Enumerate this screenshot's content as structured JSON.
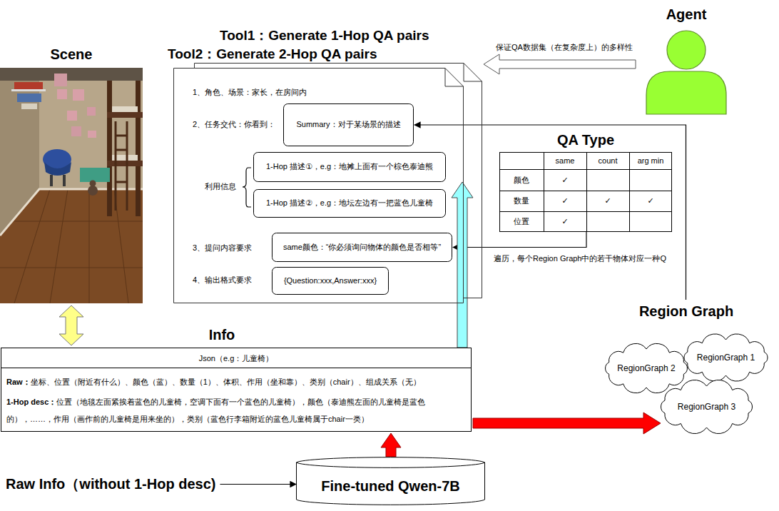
{
  "diagram": {
    "nodes": [
      {
        "text": [
          "Scene"
        ]
      },
      {
        "text": [
          "Tool1：Generate 1-Hop QA pairs"
        ]
      },
      {
        "text": [
          "Tool2：Generate 2-Hop QA pairs",
          "1、角色、场景：家长，在房间内",
          "2、任务交代：你看到：",
          "利用信息",
          "3、提问内容要求",
          "4、输出格式要求"
        ]
      },
      {
        "text": [
          "Summary：对于某场景的描述"
        ],
        "in": 2
      },
      {
        "text": [
          "1-Hop 描述①，e.g：地摊上面有一个棕色泰迪熊"
        ],
        "in": 2
      },
      {
        "text": [
          "1-Hop 描述②，e.g：地坛左边有一把蓝色儿童椅"
        ],
        "in": 2
      },
      {
        "text": [
          "same颜色：“你必须询问物体的颜色是否相等”"
        ],
        "in": 2
      },
      {
        "text": [
          "{Question:xxx,Answer:xxx}"
        ],
        "in": 2
      },
      {
        "text": [
          "Agent"
        ]
      },
      {
        "text": [
          "QA Type"
        ]
      },
      {
        "text": [
          "Info",
          "Json（e.g：儿童椅）",
          "Raw：",
          "坐标、位置（附近有什么）、颜色（蓝）、数量（1）、体积、作用（坐和靠）、类别（chair）、组成关系（无）",
          "1-Hop desc：",
          "位置（地毯左面紧挨着蓝色的儿童椅，空调下面有一个蓝色的儿童椅），颜色（泰迪熊左面的儿童椅是蓝色的），……，作用（画作前的儿童椅是用来坐的），类别（蓝色行李箱附近的蓝色儿童椅属于chair一类）"
        ]
      },
      {
        "text": [
          "Region Graph"
        ]
      },
      {
        "text": [
          "RegionGraph 1"
        ],
        "in": 11
      },
      {
        "text": [
          "RegionGraph 2"
        ],
        "in": 11
      },
      {
        "text": [
          "RegionGraph 3"
        ],
        "in": 11
      },
      {
        "text": [
          "Raw Info（without 1-Hop desc)"
        ]
      },
      {
        "text": [
          "Fine-tuned Qwen-7B"
        ]
      }
    ],
    "edges": [
      {
        "from": 8,
        "to": 1,
        "arrow": "to",
        "label": "保证QA数据集（在复杂度上）的多样性"
      },
      {
        "from": 11,
        "to": 3,
        "arrow": "to"
      },
      {
        "from": 9,
        "to": 6,
        "arrow": "to",
        "label": "遍历，每个Region Graph中的若干物体对应一种Q"
      },
      {
        "from": 10,
        "to": 2,
        "arrow": "to"
      },
      {
        "from": 0,
        "to": 10,
        "arrow": "both"
      },
      {
        "from": 10,
        "to": 14,
        "arrow": "to"
      },
      {
        "from": 16,
        "to": 10,
        "arrow": "to"
      },
      {
        "from": 15,
        "to": 16,
        "arrow": "to"
      }
    ],
    "labels": [
      "same",
      "count",
      "arg min",
      "颜色",
      "✓",
      "数量",
      "✓",
      "✓",
      "✓",
      "位置",
      "✓"
    ]
  }
}
